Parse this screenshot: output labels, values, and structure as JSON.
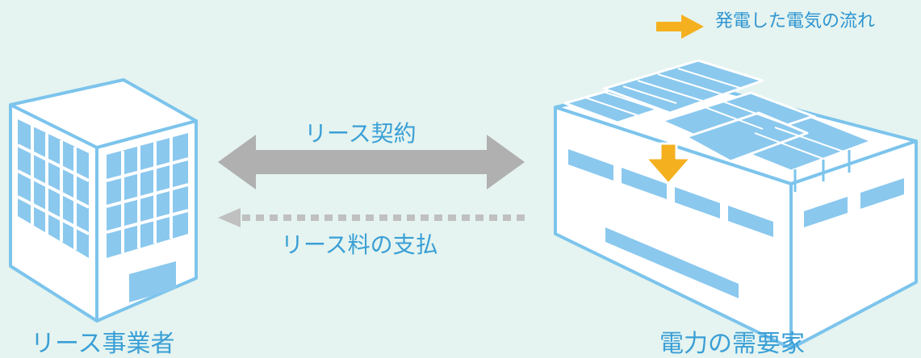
{
  "legend": {
    "label": "発電した電気の流れ",
    "arrow_color": "#f5b020"
  },
  "flows": {
    "lease_contract": {
      "label": "リース契約",
      "color": "#b0b0b0"
    },
    "lease_payment": {
      "label": "リース料の支払",
      "color": "#b0b0b0"
    }
  },
  "entities": {
    "lessor": {
      "label": "リース事業者",
      "icon": "office-building-icon"
    },
    "consumer": {
      "label": "電力の需要家",
      "icon": "factory-with-solar-panels-icon"
    }
  },
  "colors": {
    "background": "#e5f4f0",
    "text": "#3a9fd6",
    "outline": "#7cc4ec",
    "window": "#8ac8ee"
  }
}
